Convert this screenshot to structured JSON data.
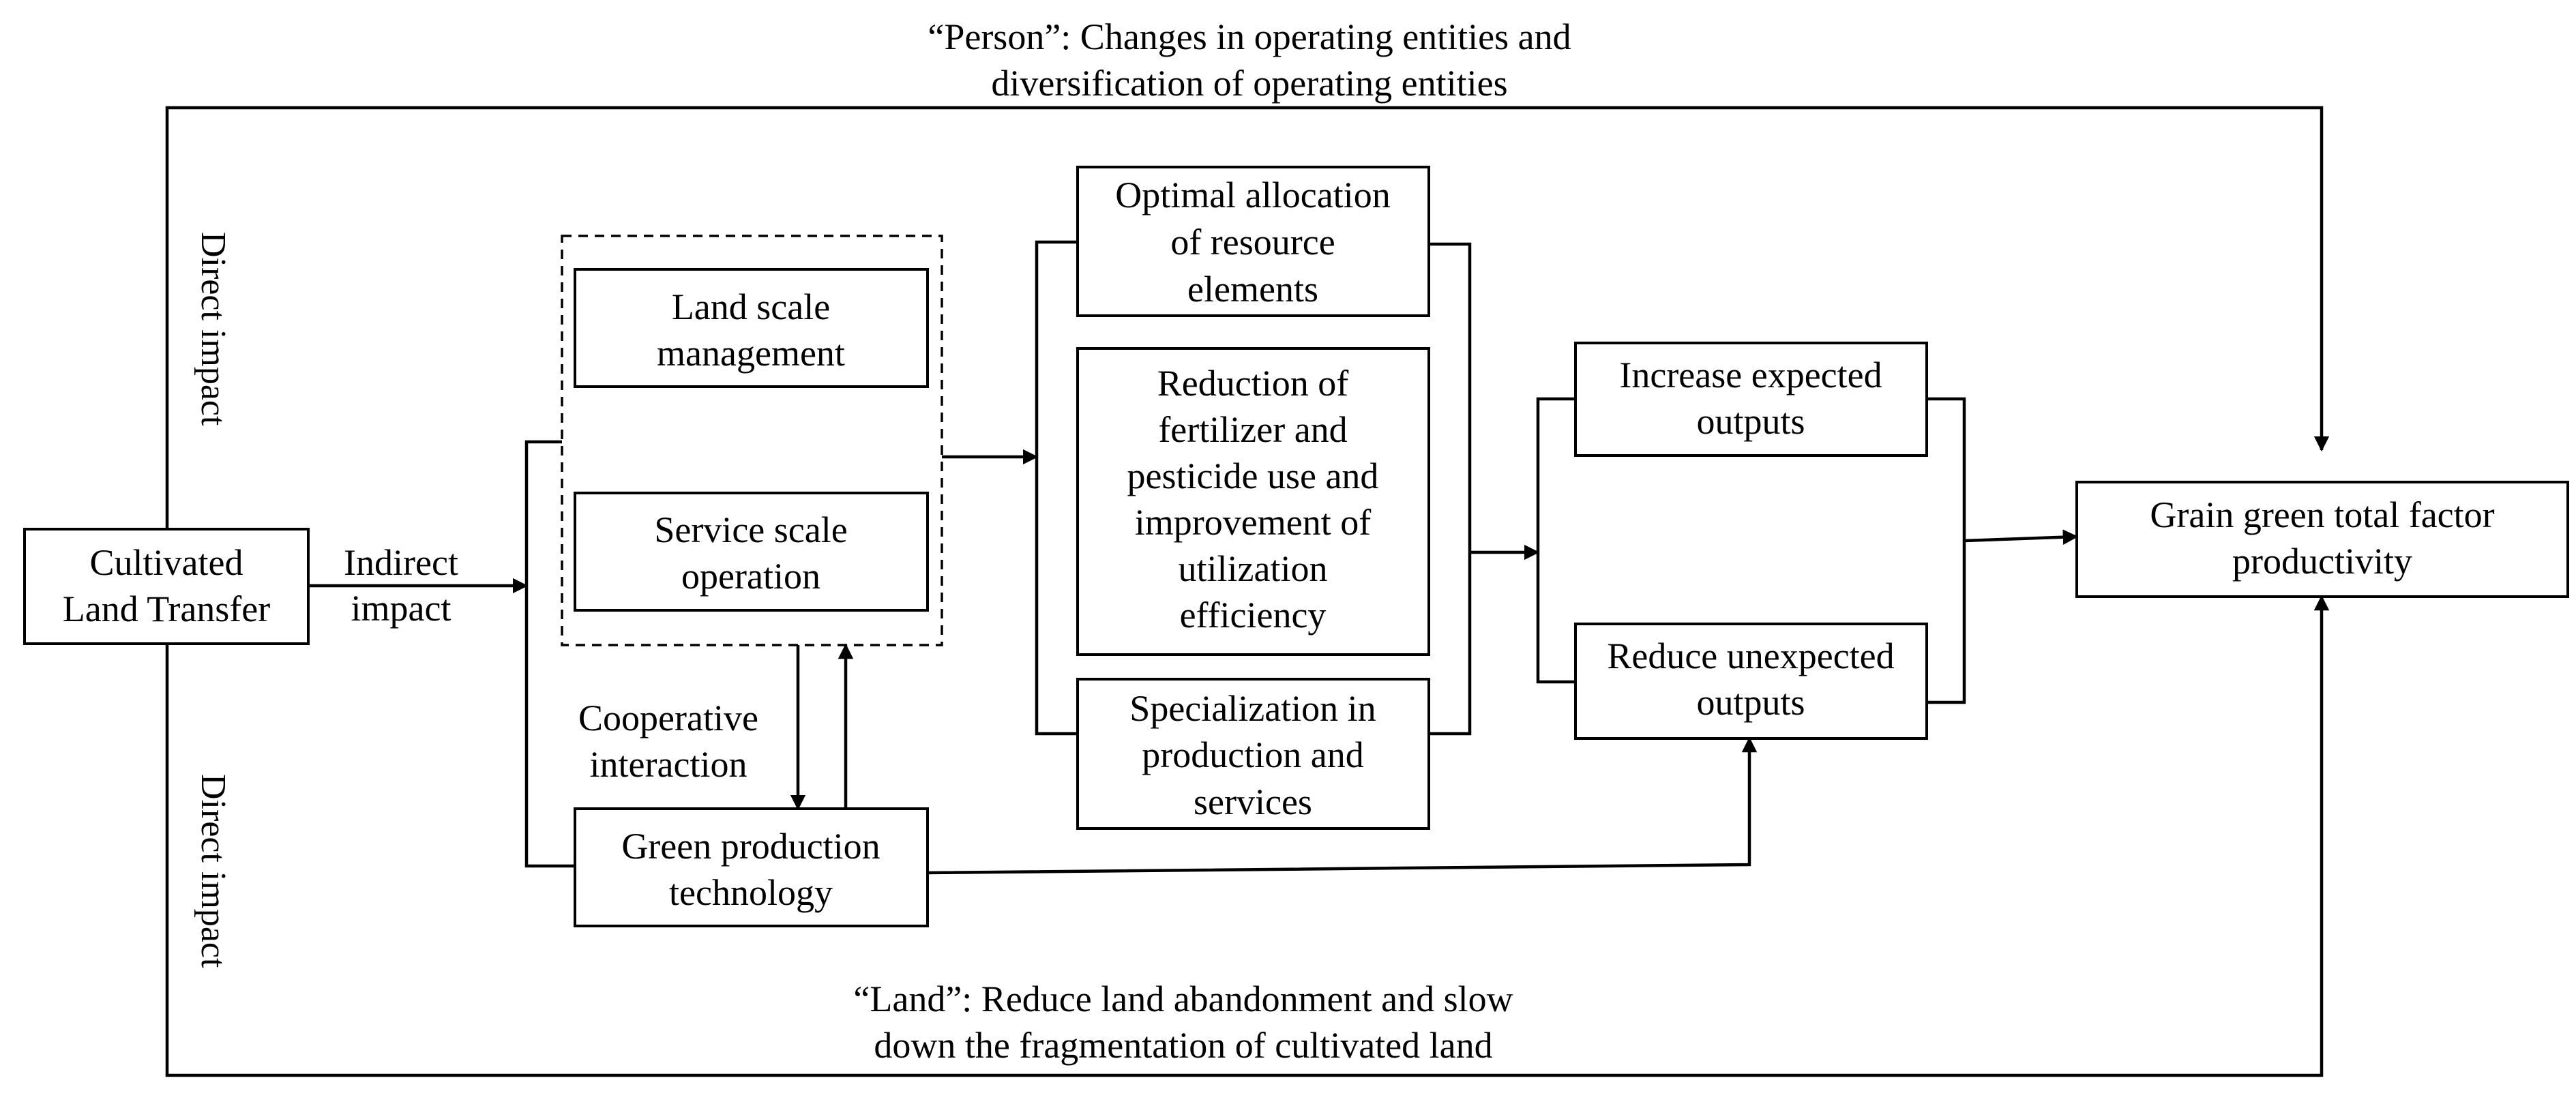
{
  "top_label": [
    "“Person”: Changes in operating entities and",
    "diversification of operating entities"
  ],
  "bottom_label": [
    "“Land”: Reduce land abandonment and slow",
    "down the fragmentation of cultivated land"
  ],
  "direct_impact_upper": "Direct impact",
  "direct_impact_lower": "Direct impact",
  "source_box": [
    "Cultivated",
    "Land Transfer"
  ],
  "indirect_label": [
    "Indirect",
    "impact"
  ],
  "land_scale_box": [
    "Land scale",
    "management"
  ],
  "service_scale_box": [
    "Service scale",
    "operation"
  ],
  "cooperative_label": [
    "Cooperative",
    "interaction"
  ],
  "green_tech_box": [
    "Green production",
    "technology"
  ],
  "optimal_box": [
    "Optimal allocation",
    "of resource",
    "elements"
  ],
  "reduction_box": [
    "Reduction of",
    "fertilizer and",
    "pesticide use and",
    "improvement of",
    "utilization",
    "efficiency"
  ],
  "specialization_box": [
    "Specialization in",
    "production and",
    "services"
  ],
  "increase_box": [
    "Increase expected",
    "outputs"
  ],
  "reduce_box": [
    "Reduce unexpected",
    "outputs"
  ],
  "target_box": [
    "Grain green total factor",
    "productivity"
  ]
}
